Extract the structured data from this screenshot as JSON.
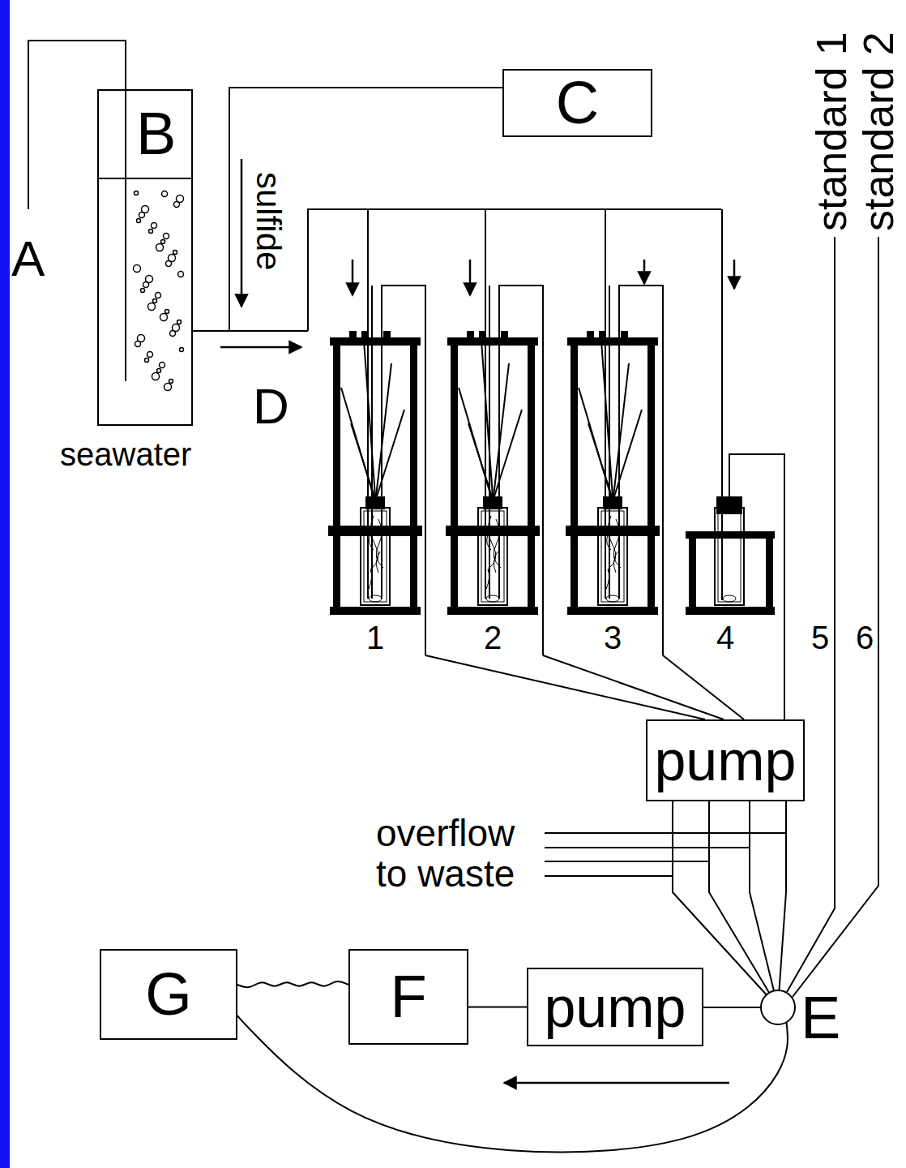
{
  "diagram": {
    "nodes": [
      {
        "text": [
          "B"
        ]
      },
      {
        "text": [
          "C"
        ]
      },
      {
        "text": [
          "pump"
        ]
      },
      {
        "text": [
          "E"
        ]
      },
      {
        "text": [
          "pump"
        ]
      },
      {
        "text": [
          "F"
        ]
      },
      {
        "text": [
          "G"
        ]
      }
    ],
    "edges": [
      {
        "from": 2,
        "to": 3,
        "arrow": "none"
      },
      {
        "from": 2,
        "to": 3,
        "arrow": "none"
      },
      {
        "from": 2,
        "to": 3,
        "arrow": "none"
      },
      {
        "from": 2,
        "to": 3,
        "arrow": "none"
      },
      {
        "from": 3,
        "to": 4,
        "arrow": "none"
      },
      {
        "from": 4,
        "to": 5,
        "arrow": "none"
      },
      {
        "from": 5,
        "to": 6,
        "arrow": "none"
      },
      {
        "from": 3,
        "to": 6,
        "arrow": "none"
      }
    ],
    "labels": [
      "A",
      "seawater",
      "sulfide",
      "D",
      "1",
      "2",
      "3",
      "4",
      "5",
      "6",
      "standard 1",
      "standard 2",
      "overflow",
      "to waste"
    ]
  }
}
